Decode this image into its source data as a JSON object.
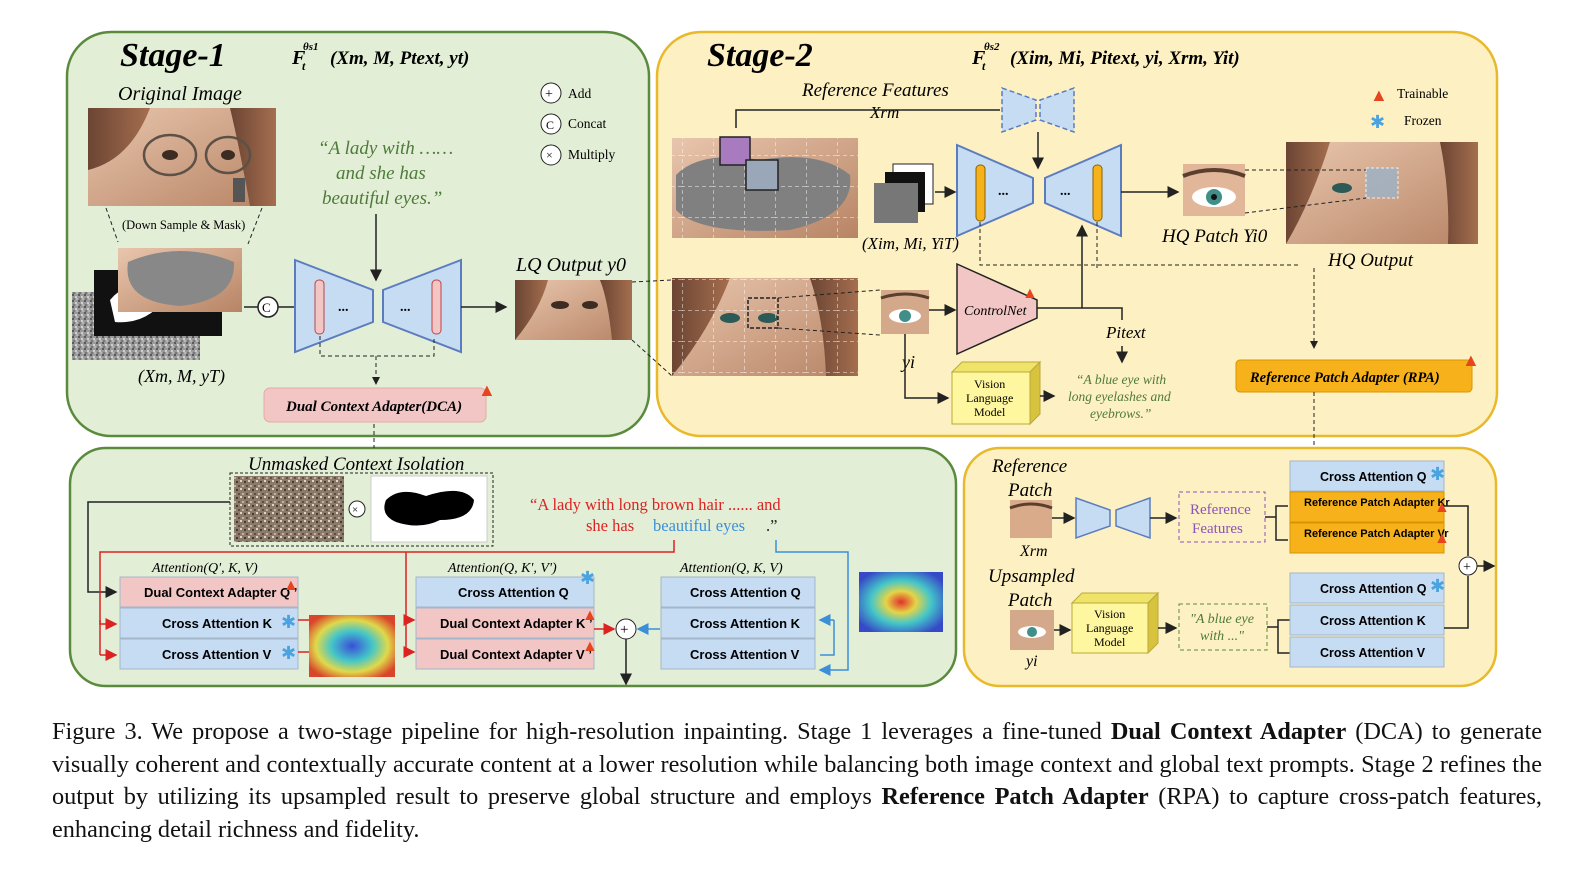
{
  "stage1": {
    "title": "Stage-1",
    "formula_fn": "F",
    "formula_sub": "t",
    "formula_sup": "θs1",
    "formula_args": "(Xm, M, Ptext, yt)",
    "original_image": "Original Image",
    "down_sample": "(Down Sample & Mask)",
    "prompt": "“A lady with ……",
    "prompt2": "and she has",
    "prompt3": "beautiful eyes.”",
    "input_label": "(Xm, M, yT)",
    "lq_output": "LQ Output y0",
    "dca": "Dual Context Adapter(DCA)",
    "concat_symbol": "C"
  },
  "legend": {
    "add": "Add",
    "concat": "Concat",
    "multiply": "Multiply",
    "trainable": "Trainable",
    "frozen": "Frozen"
  },
  "stage2": {
    "title": "Stage-2",
    "formula_fn": "F",
    "formula_sub": "t",
    "formula_sup": "θs2",
    "formula_args": "(Xim, Mi, Pitext, yi, Xrm, Yit)",
    "reference_features": "Reference Features",
    "ref_sym": "Xrm",
    "patch_inputs": "(Xim, Mi, YiT)",
    "hq_patch": "HQ Patch Yi0",
    "hq_output": "HQ Output",
    "controlnet": "ControlNet",
    "ptext": "Pitext",
    "yi": "yi",
    "vlm1": "Vision",
    "vlm2": "Language",
    "vlm3": "Model",
    "vlm_text1": "“A blue eye with",
    "vlm_text2": "long eyelashes and",
    "vlm_text3": "eyebrows.”",
    "rpa": "Reference Patch Adapter (RPA)"
  },
  "bottom_left": {
    "isolation": "Unmasked Context Isolation",
    "prompt_a": "“A lady with long brown hair ...... and",
    "prompt_b": "she has",
    "prompt_c": "beautiful eyes",
    "prompt_d": ".”",
    "attn1": "Attention(Q', K, V)",
    "attn2": "Attention(Q, K', V')",
    "attn3": "Attention(Q, K, V)",
    "col1": [
      "Dual Context Adapter  Q ’",
      "Cross Attention  K",
      "Cross Attention  V"
    ],
    "col2": [
      "Cross Attention  Q",
      "Dual Context Adapter  K ’",
      "Dual Context Adapter  V ’"
    ],
    "col3": [
      "Cross Attention  Q",
      "Cross Attention  K",
      "Cross Attention  V"
    ]
  },
  "bottom_right": {
    "ref_patch1": "Reference",
    "ref_patch2": "Patch",
    "ref_sym": "Xrm",
    "ref_feat1": "Reference",
    "ref_feat2": "Features",
    "ups1": "Upsampled",
    "ups2": "Patch",
    "yi": "yi",
    "vlm1": "Vision",
    "vlm2": "Language",
    "vlm3": "Model",
    "blue_eye1": "\"A blue eye",
    "blue_eye2": "with ...\"",
    "top": [
      "Cross Attention  Q",
      "Reference Patch Adapter  Kr",
      "Reference Patch Adapter  Vr"
    ],
    "bottom": [
      "Cross Attention  Q",
      "Cross Attention  K",
      "Cross Attention  V"
    ]
  },
  "caption": {
    "p1": "Figure 3.  We propose a two-stage pipeline for high-resolution inpainting.  Stage 1 leverages a fine-tuned ",
    "b1": "Dual Context Adapter",
    "p2": " (DCA) to generate visually coherent and contextually accurate content at a lower resolution while balancing both image context and global text prompts.  Stage 2 refines the output by utilizing its upsampled result to preserve global structure and employs ",
    "b2": "Reference Patch Adapter",
    "p3": " (RPA) to capture cross-patch features, enhancing detail richness and fidelity."
  },
  "colors": {
    "green_panel": "#e3eed6",
    "green_border": "#5a8a3c",
    "yellow_panel": "#fdf0c2",
    "yellow_border": "#e8b92a",
    "blue_box": "#c5dcf3",
    "pink_box": "#f3c6c6",
    "orange_box": "#f7b21b"
  }
}
